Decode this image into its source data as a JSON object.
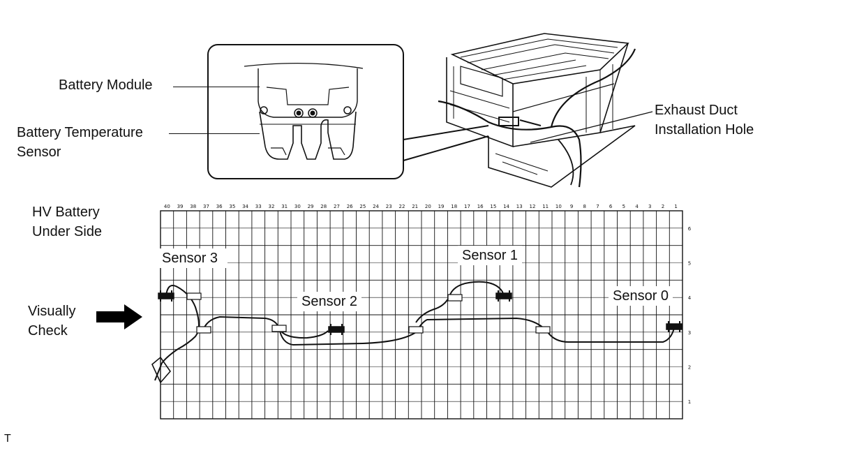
{
  "labels": {
    "battery_module": "Battery Module",
    "battery_temperature_sensor_line1": "Battery Temperature",
    "battery_temperature_sensor_line2": "Sensor",
    "exhaust_duct_line1": "Exhaust Duct",
    "exhaust_duct_line2": "Installation Hole",
    "hv_battery_line1": "HV Battery",
    "hv_battery_line2": "Under Side",
    "visually_check_line1": "Visually",
    "visually_check_line2": "Check",
    "footer_mark": "T"
  },
  "sensors": {
    "sensor_3": "Sensor 3",
    "sensor_1": "Sensor 1",
    "sensor_2": "Sensor 2",
    "sensor_0": "Sensor 0"
  },
  "grid": {
    "column_numbers": [
      "40",
      "39",
      "38",
      "37",
      "36",
      "35",
      "34",
      "33",
      "32",
      "31",
      "30",
      "29",
      "28",
      "27",
      "26",
      "25",
      "24",
      "23",
      "22",
      "21",
      "20",
      "19",
      "18",
      "17",
      "16",
      "15",
      "14",
      "13",
      "12",
      "11",
      "10",
      "9",
      "8",
      "7",
      "6",
      "5",
      "4",
      "3",
      "2",
      "1"
    ],
    "row_numbers": [
      "6",
      "5",
      "4",
      "3",
      "2",
      "1"
    ]
  },
  "colors": {
    "line": "#111111",
    "arrow": "#000000",
    "background": "#ffffff"
  }
}
